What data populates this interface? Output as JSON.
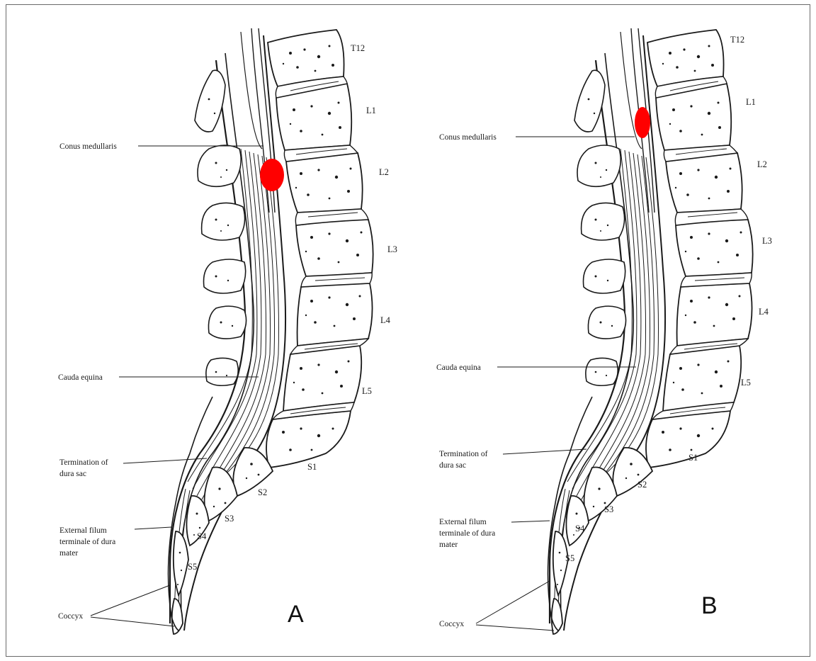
{
  "colors": {
    "lesion": "#ff0000",
    "ink": "#1a1a1a",
    "bone_fill": "#ffffff"
  },
  "labels": {
    "conus": "Conus medullaris",
    "cauda": "Cauda equina",
    "dura_1": "Termination of",
    "dura_2": "dura sac",
    "filum_1": "External filum",
    "filum_2": "terminale of dura",
    "filum_3": "mater",
    "coccyx": "Coccyx"
  },
  "vertebrae": {
    "t12": "T12",
    "l1": "L1",
    "l2": "L2",
    "l3": "L3",
    "l4": "L4",
    "l5": "L5",
    "s1": "S1",
    "s2": "S2",
    "s3": "S3",
    "s4": "S4",
    "s5": "S5"
  },
  "panels": [
    {
      "letter": "A",
      "lesion_site": "below conus medullaris (cauda equina, L1–L2 level)"
    },
    {
      "letter": "B",
      "lesion_site": "conus medullaris (T12–L1 level)"
    }
  ]
}
